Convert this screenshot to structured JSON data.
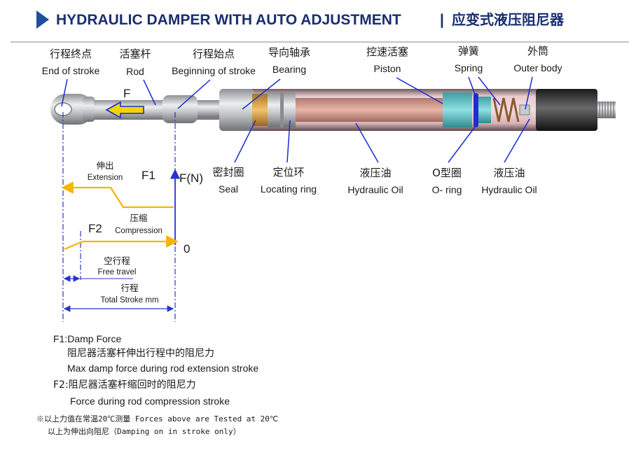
{
  "header": {
    "title": "HYDRAULIC DAMPER WITH AUTO ADJUSTMENT",
    "separator": "|",
    "title_cn": "应变式液压阻尼器",
    "accent_color": "#1f4e9c",
    "title_color": "#1a2e6e"
  },
  "top_labels": [
    {
      "cn": "行程终点",
      "en": "End of stroke"
    },
    {
      "cn": "活塞杆",
      "en": "Rod"
    },
    {
      "cn": "行程始点",
      "en": "Beginning of stroke"
    },
    {
      "cn": "导向轴承",
      "en": "Bearing"
    },
    {
      "cn": "控速活塞",
      "en": "Piston"
    },
    {
      "cn": "弹簧",
      "en": "Spring"
    },
    {
      "cn": "外筒",
      "en": "Outer body"
    }
  ],
  "bottom_labels": [
    {
      "cn": "密封圈",
      "en": "Seal"
    },
    {
      "cn": "定位环",
      "en": "Locating ring"
    },
    {
      "cn": "液压油",
      "en": "Hydraulic Oil"
    },
    {
      "cn": "O型圈",
      "en": "O- ring"
    },
    {
      "cn": "液压油",
      "en": "Hydraulic Oil"
    }
  ],
  "force_arrow_label": "F",
  "graph": {
    "f1": "F1",
    "f2": "F2",
    "fn": "F(N)",
    "zero": "0",
    "extension_cn": "伸出",
    "extension_en": "Extension",
    "compression_cn": "压缩",
    "compression_en": "Compression",
    "free_cn": "空行程",
    "free_en": "Free travel",
    "total_cn": "行程",
    "total_en": "Total Stroke mm",
    "line_color": "#f5b400",
    "axis_color": "#2a35c8"
  },
  "notes": {
    "f1_title": "F1:Damp Force",
    "f1_cn": "阻尼器活塞杆伸出行程中的阻尼力",
    "f1_en": "Max damp force during rod extension stroke",
    "f2_title": "F2:阻尼器活塞杆缩回时的阻尼力",
    "f2_en": "Force during rod compression stroke",
    "foot1": "※以上力值在常温20℃测量 Forces above are Tested at 20℃",
    "foot2": "以上为伸出向阻尼（Damping on in stroke only）"
  },
  "colors": {
    "pointer": "#1a2bd6",
    "body_pink": "#e6c2c4",
    "rod_grey": "#c9cbcf",
    "teal": "#5fc6c9",
    "oring": "#1e2fd0"
  }
}
